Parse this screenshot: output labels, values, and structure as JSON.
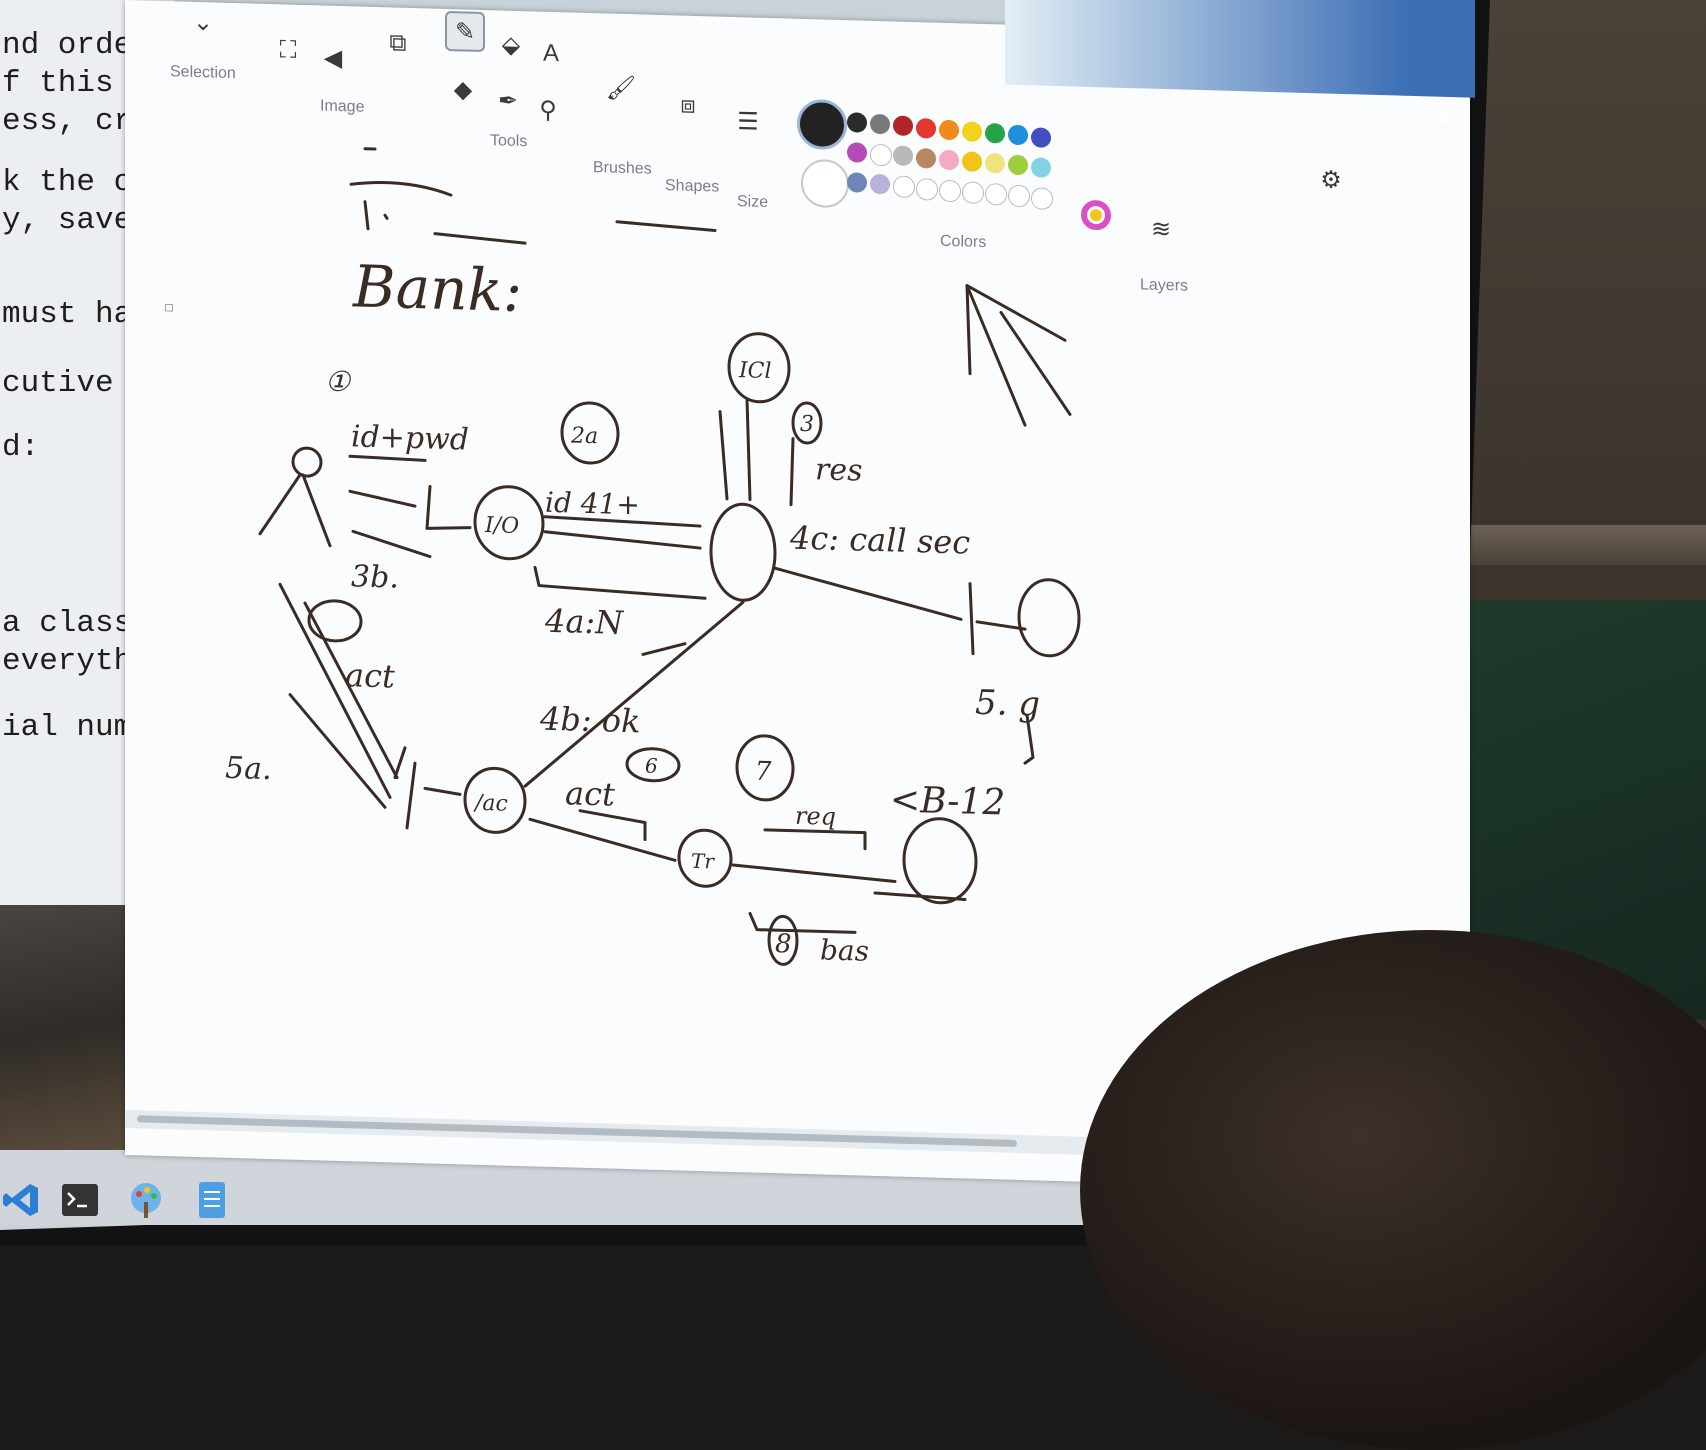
{
  "editor": {
    "lines": [
      "nd order s",
      "f this cu",
      "ess, crim",
      "k the ord",
      "y, save t",
      "must have",
      "cutive le",
      "d:",
      "a class",
      " everyth",
      "ial numb"
    ]
  },
  "paint": {
    "ribbon": {
      "selection_label": "Selection",
      "image_label": "Image",
      "tools_label": "Tools",
      "brushes_label": "Brushes",
      "shapes_label": "Shapes",
      "size_label": "Size",
      "colors_label": "Colors",
      "layers_label": "Layers",
      "text_tool_glyph": "A"
    },
    "window_controls": {
      "minimize": "–",
      "maximize": "▫",
      "close": "✕"
    },
    "colors": {
      "primary": "#222222",
      "row1": [
        "#2b2b2b",
        "#7a7a7a",
        "#b3242a",
        "#e4352f",
        "#f08a1c",
        "#f2d21c",
        "#27a14a",
        "#1e8fd8",
        "#3f4fc0"
      ],
      "row2": [
        "#b64bb8",
        "#ffffff",
        "#b9b9b9",
        "#b98662",
        "#f4a9c4",
        "#f0c419",
        "#eee47e",
        "#9dce3c",
        "#83d3e6"
      ],
      "row3": [
        "#6f86b5",
        "#b8b1dc",
        "#ffffff",
        "#ffffff",
        "#ffffff",
        "#ffffff",
        "#ffffff",
        "#ffffff",
        "#ffffff"
      ]
    },
    "drawing": {
      "title": "Bank:",
      "labels": {
        "step1": "①",
        "step1_msg": "id+pwd",
        "step2a": "2a",
        "step2_msg": "id 41+",
        "step3": "3",
        "step3_msg": "res",
        "step3b": "3b.",
        "step4a": "4a:N",
        "step4b": "4b: ok",
        "step4c": "4c: call sec",
        "step5": "5. g",
        "step5a": "5a.",
        "act1": "act",
        "step6": "6",
        "act2": "act",
        "step7": "7",
        "step7_msg": "req",
        "cb12": "<B-12",
        "step8": "8",
        "step8_msg": "bas",
        "node_io": "I/O",
        "node_icl": "ICl",
        "node_acc": "/ac",
        "node_tr": "Tr"
      }
    }
  }
}
